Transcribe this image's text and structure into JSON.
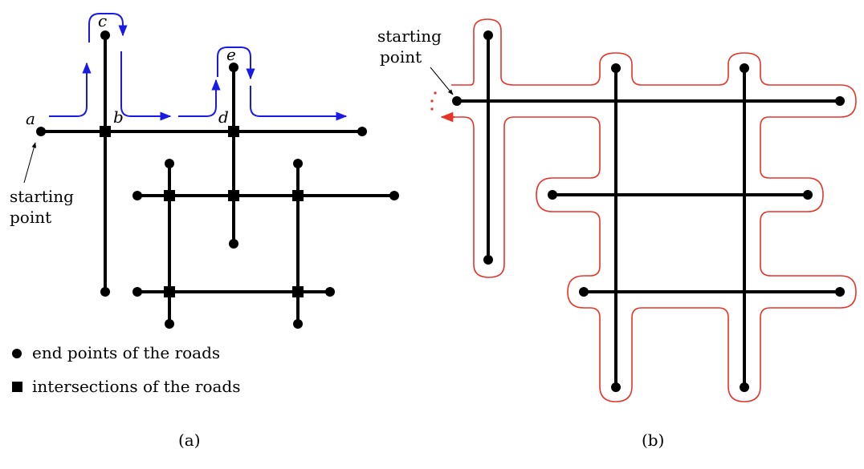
{
  "panel_a": {
    "caption": "(a)",
    "node_labels": {
      "a": "a",
      "b": "b",
      "c": "c",
      "d": "d",
      "e": "e"
    },
    "starting_point_line1": "starting",
    "starting_point_line2": "point",
    "legend": {
      "end_points": "end points of the roads",
      "intersections": "intersections of the roads"
    }
  },
  "panel_b": {
    "caption": "(b)",
    "starting_point_line1": "starting",
    "starting_point_line2": "point"
  },
  "colors": {
    "road": "#000000",
    "route_blue": "#1a1ae6",
    "route_red": "#e8332a"
  }
}
